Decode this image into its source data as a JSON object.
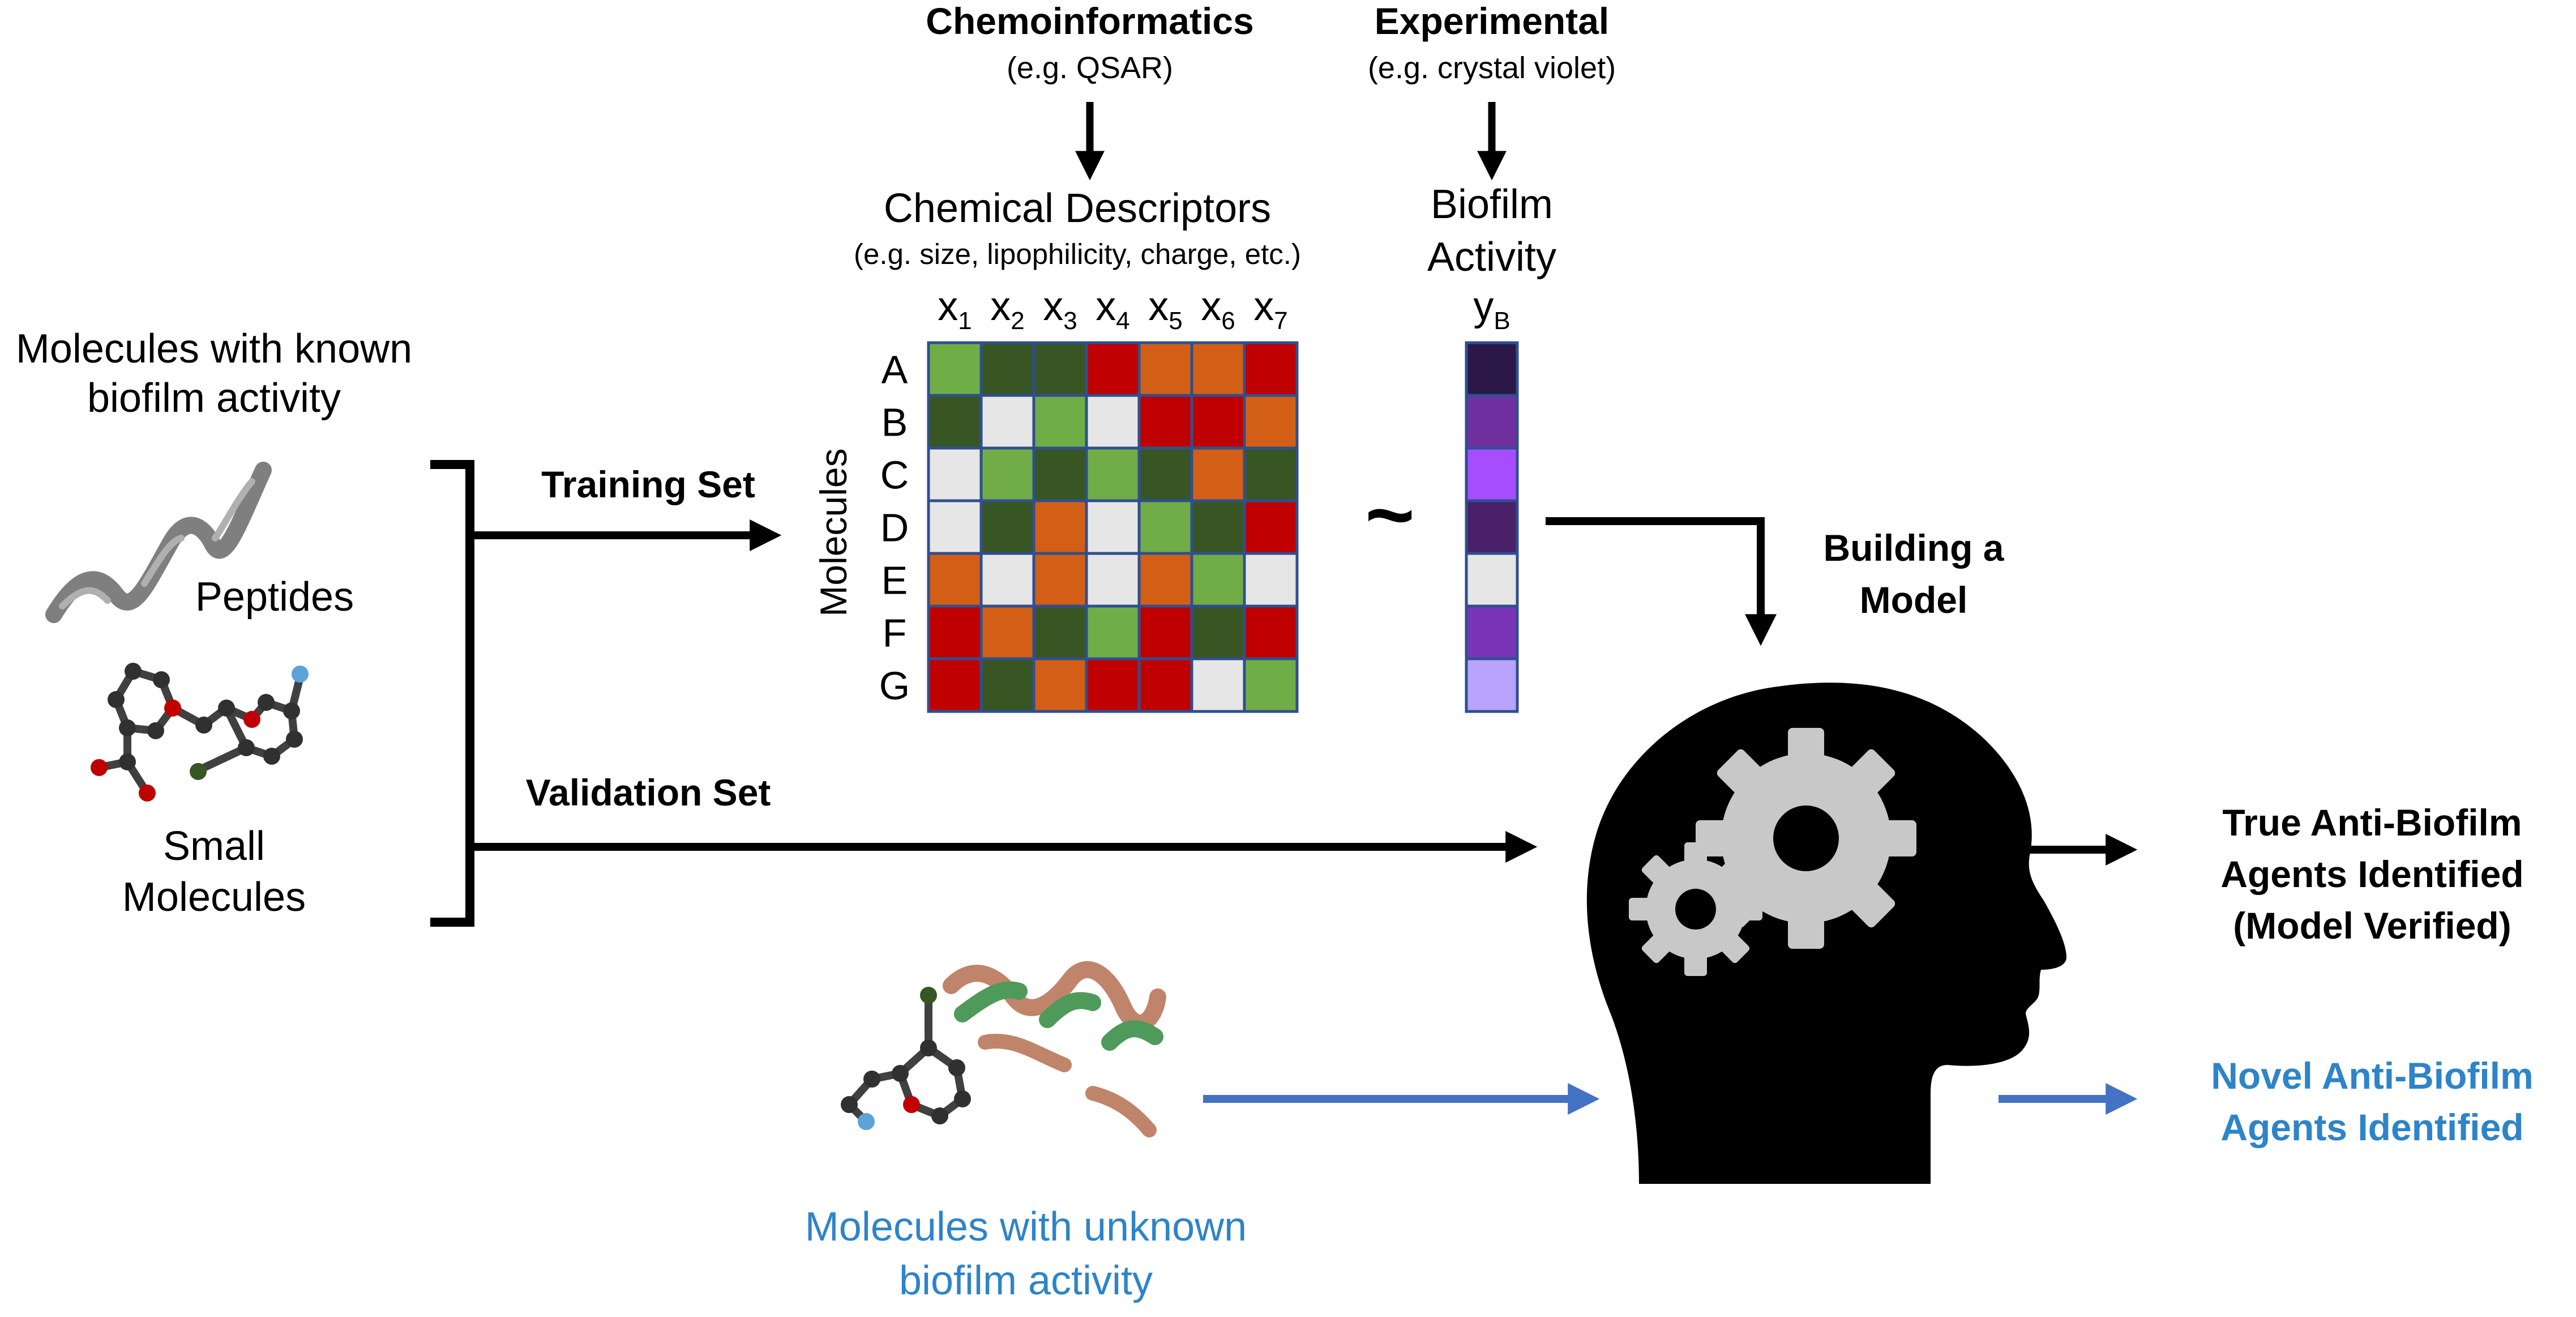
{
  "colors": {
    "red": "#c00000",
    "orange": "#d35f16",
    "dark_green": "#375623",
    "light_green": "#70ad47",
    "light_gray": "#e7e6e6",
    "grid_border": "#2f4f8f",
    "blue": "#4472c4",
    "blue_text": "#2e84c8",
    "black": "#000000",
    "gear_gray": "#c8c8c8"
  },
  "top": {
    "chemo_title": "Chemoinformatics",
    "chemo_sub": "(e.g. QSAR)",
    "exp_title": "Experimental",
    "exp_sub": "(e.g. crystal violet)"
  },
  "descriptors": {
    "title": "Chemical Descriptors",
    "sub": "(e.g. size, lipophilicity, charge, etc.)",
    "column_prefix": "x",
    "columns": [
      "1",
      "2",
      "3",
      "4",
      "5",
      "6",
      "7"
    ],
    "row_axis_label": "Molecules",
    "rows": [
      "A",
      "B",
      "C",
      "D",
      "E",
      "F",
      "G"
    ],
    "matrix": [
      [
        "light_green",
        "dark_green",
        "dark_green",
        "red",
        "orange",
        "orange",
        "red"
      ],
      [
        "dark_green",
        "light_gray",
        "light_green",
        "light_gray",
        "red",
        "red",
        "orange"
      ],
      [
        "light_gray",
        "light_green",
        "dark_green",
        "light_green",
        "dark_green",
        "orange",
        "dark_green"
      ],
      [
        "light_gray",
        "dark_green",
        "orange",
        "light_gray",
        "light_green",
        "dark_green",
        "red"
      ],
      [
        "orange",
        "light_gray",
        "orange",
        "light_gray",
        "orange",
        "light_green",
        "light_gray"
      ],
      [
        "red",
        "orange",
        "dark_green",
        "light_green",
        "red",
        "dark_green",
        "red"
      ],
      [
        "red",
        "dark_green",
        "orange",
        "red",
        "red",
        "light_gray",
        "light_green"
      ]
    ]
  },
  "activity": {
    "title_line1": "Biofilm",
    "title_line2": "Activity",
    "column_label": "y",
    "column_sub": "B",
    "values": [
      "#2b1848",
      "#7030a0",
      "#a64dff",
      "#4a2069",
      "#e7e6e6",
      "#7a34b8",
      "#b9a3ff"
    ]
  },
  "tilde": "~",
  "left": {
    "known_line1": "Molecules with known",
    "known_line2": "biofilm activity",
    "peptides": "Peptides",
    "small_line1": "Small",
    "small_line2": "Molecules"
  },
  "arrows": {
    "training": "Training Set",
    "validation": "Validation Set",
    "building_line1": "Building a",
    "building_line2": "Model"
  },
  "outputs": {
    "true_line1": "True Anti-Biofilm",
    "true_line2": "Agents Identified",
    "true_line3": "(Model Verified)",
    "novel_line1": "Novel Anti-Biofilm",
    "novel_line2": "Agents Identified"
  },
  "unknown": {
    "line1": "Molecules with unknown",
    "line2": "biofilm activity"
  }
}
